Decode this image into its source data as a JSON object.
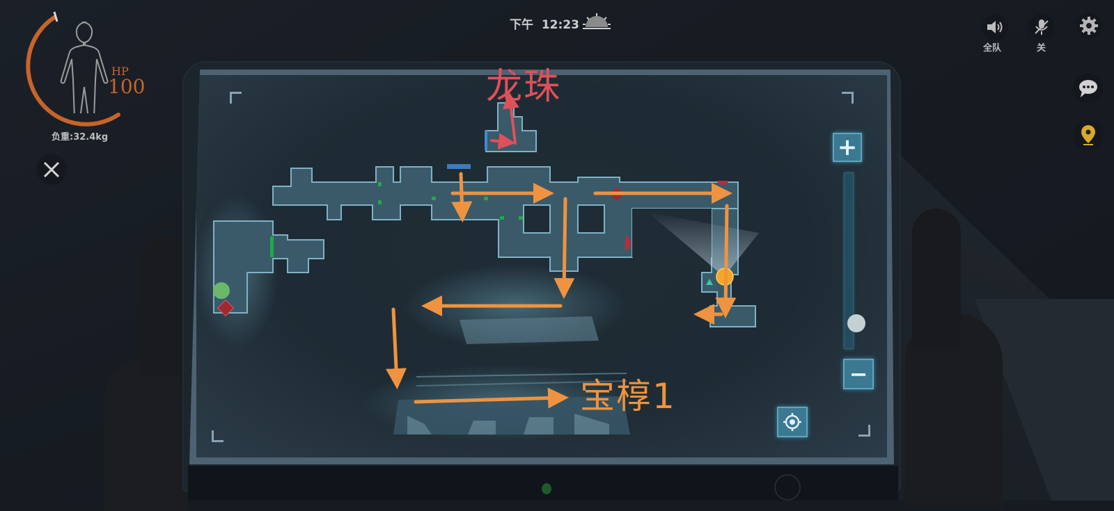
{
  "status": {
    "hp_label": "HP",
    "hp_value": "100",
    "weight_label": "负重:32.4kg",
    "close_icon": "close-icon",
    "time": "下午  12:23",
    "weather_icon": "sunrise-icon"
  },
  "top_right": {
    "voice_label": "全队",
    "mic_label": "关",
    "voice_icon": "speaker-icon",
    "mic_icon": "mic-off-icon",
    "settings_icon": "gear-icon",
    "chat_icon": "chat-bubble-icon",
    "marker_icon": "map-pin-icon"
  },
  "map": {
    "zoom_in_label": "+",
    "zoom_out_label": "−",
    "locate_icon": "crosshair-icon",
    "zoom_slider_value": 0.15,
    "annotations": [
      {
        "text": "龙珠",
        "color": "#e0505a"
      },
      {
        "text": "宝椁1",
        "color": "#ef9340"
      }
    ]
  },
  "colors": {
    "hp_orange": "#c8642a",
    "route_orange": "#ef9340",
    "route_red": "#e0505a",
    "map_floor": "#3a5a6a",
    "map_wall": "#7fb2c6",
    "player_dot": "#f5a623",
    "teammate_green": "#6bb86a",
    "marker_gold": "#d9a92a"
  }
}
